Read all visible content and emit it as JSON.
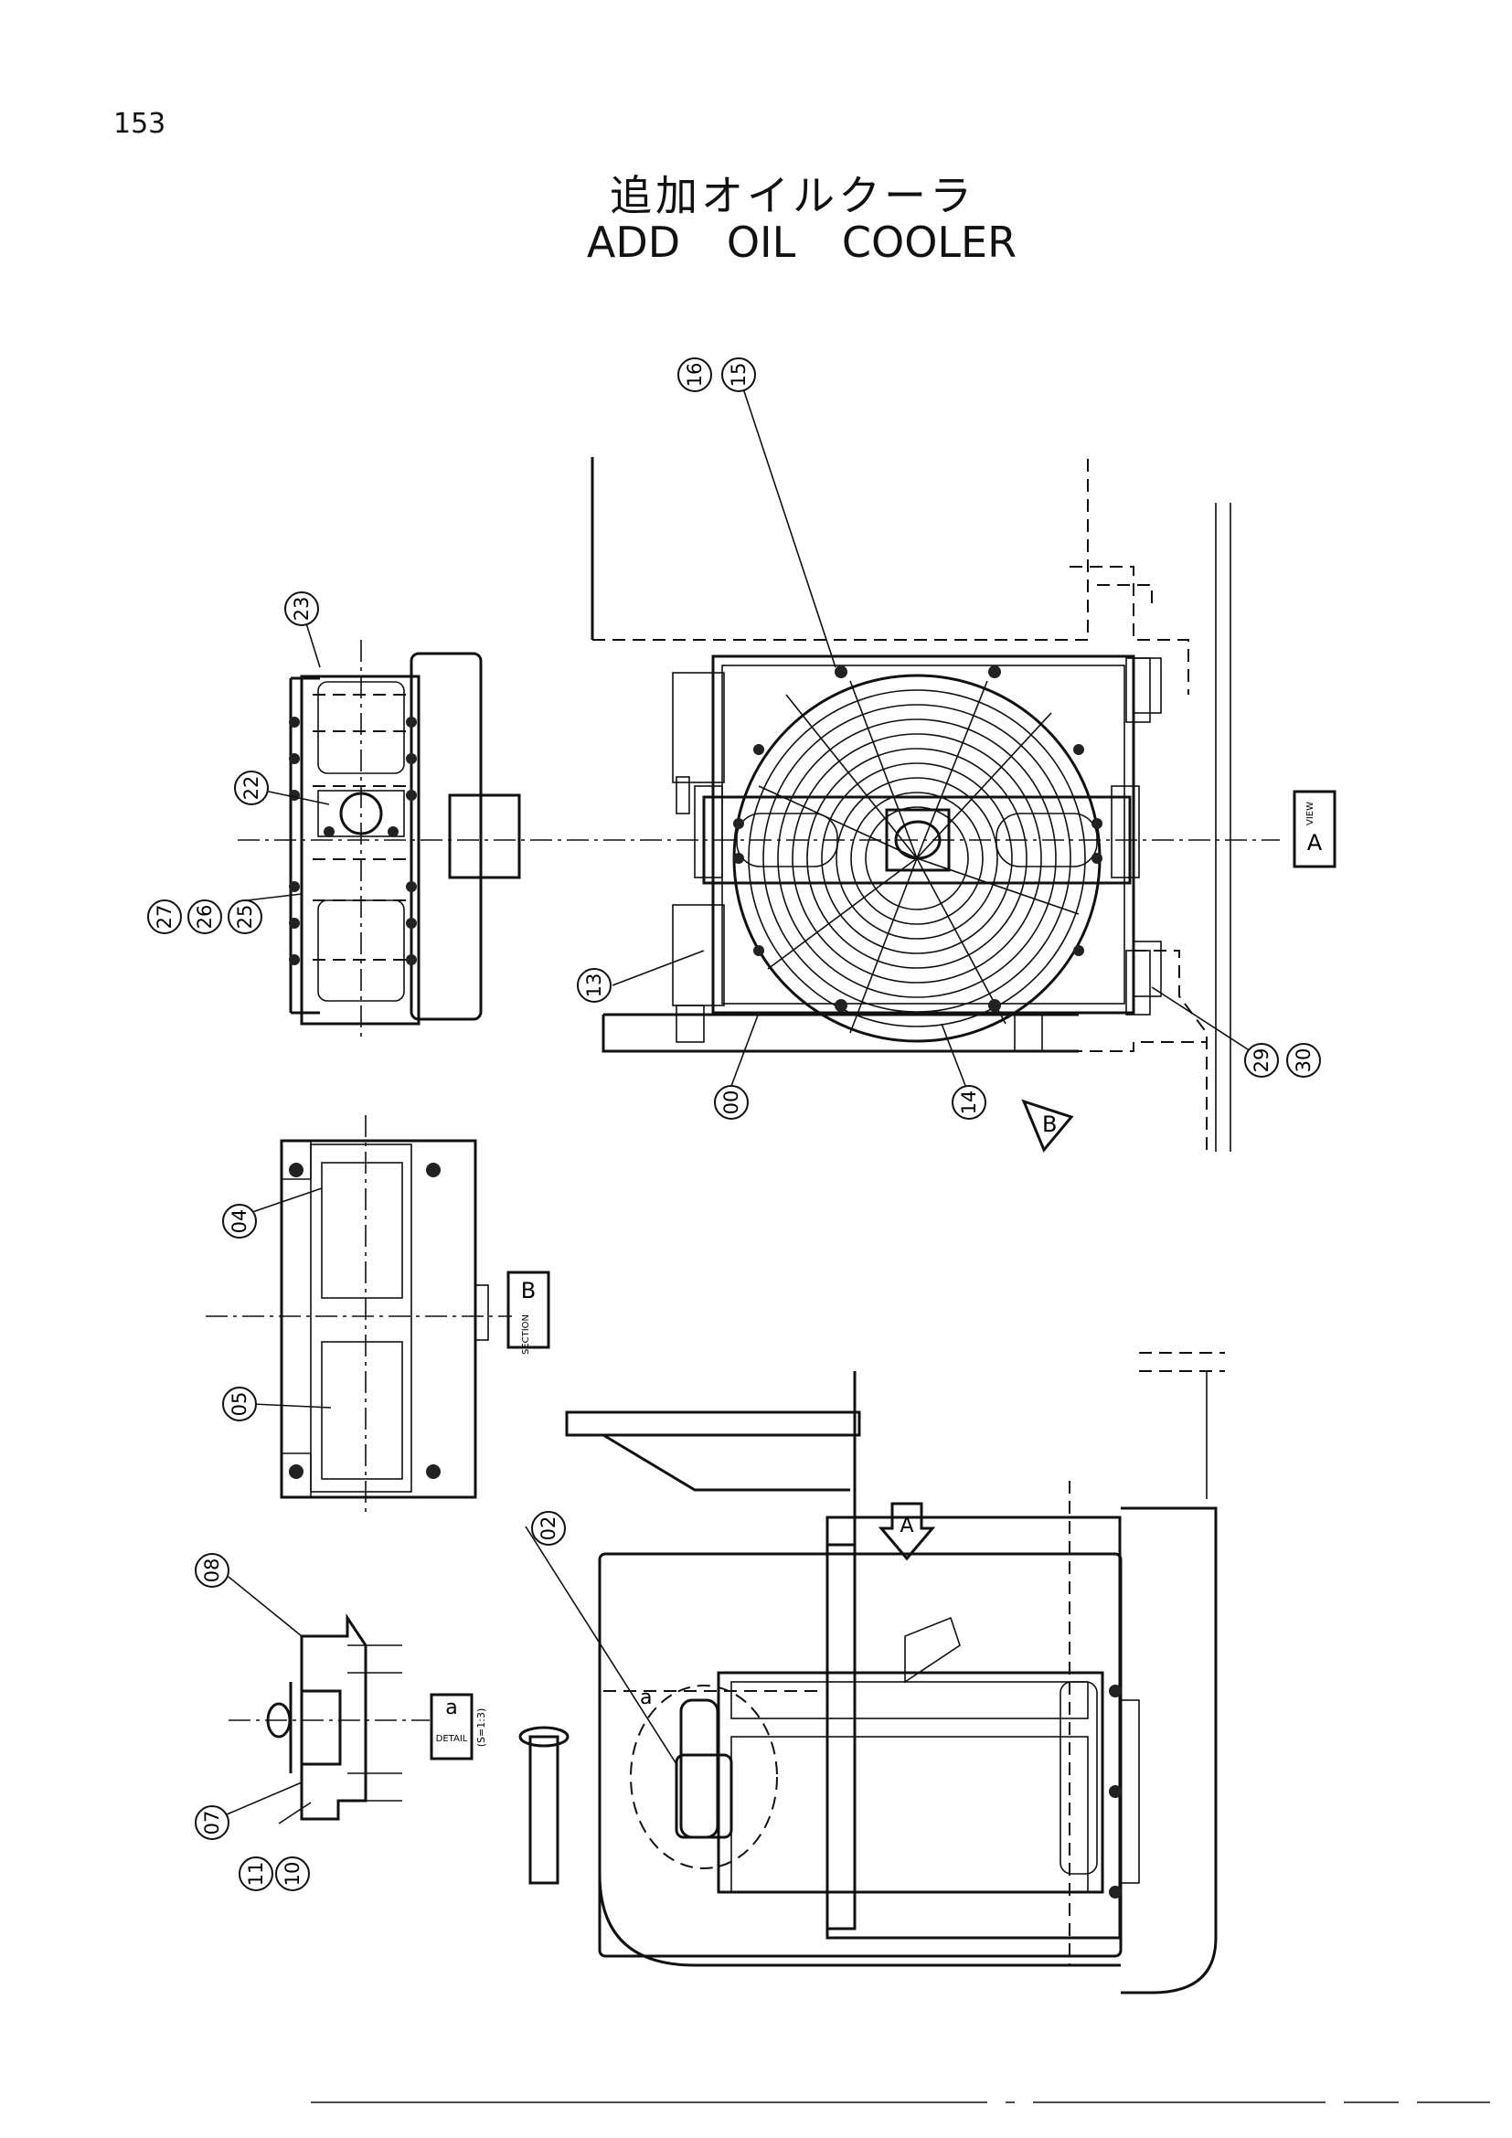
{
  "page": {
    "number": "153"
  },
  "title": {
    "japanese": "追加オイルクーラ",
    "english": "ADD OIL COOLER"
  },
  "views": {
    "view_a": {
      "label": "A",
      "caption": "VIEW"
    },
    "section_b": {
      "label": "B",
      "caption": "SECTION"
    },
    "detail_a": {
      "label": "a",
      "caption": "DETAIL",
      "scale": "(S=1:3)"
    },
    "arrow_b": "B",
    "arrow_a": "A",
    "detail_marker": "a"
  },
  "callouts": [
    {
      "id": "c16",
      "label": "16"
    },
    {
      "id": "c15",
      "label": "15"
    },
    {
      "id": "c23",
      "label": "23"
    },
    {
      "id": "c22",
      "label": "22"
    },
    {
      "id": "c27",
      "label": "27"
    },
    {
      "id": "c26",
      "label": "26"
    },
    {
      "id": "c25",
      "label": "25"
    },
    {
      "id": "c13",
      "label": "13"
    },
    {
      "id": "c00",
      "label": "00"
    },
    {
      "id": "c14",
      "label": "14"
    },
    {
      "id": "c29",
      "label": "29"
    },
    {
      "id": "c30",
      "label": "30"
    },
    {
      "id": "c04",
      "label": "04"
    },
    {
      "id": "c05",
      "label": "05"
    },
    {
      "id": "c08",
      "label": "08"
    },
    {
      "id": "c07",
      "label": "07"
    },
    {
      "id": "c11",
      "label": "11"
    },
    {
      "id": "c10",
      "label": "10"
    },
    {
      "id": "c02",
      "label": "02"
    }
  ]
}
